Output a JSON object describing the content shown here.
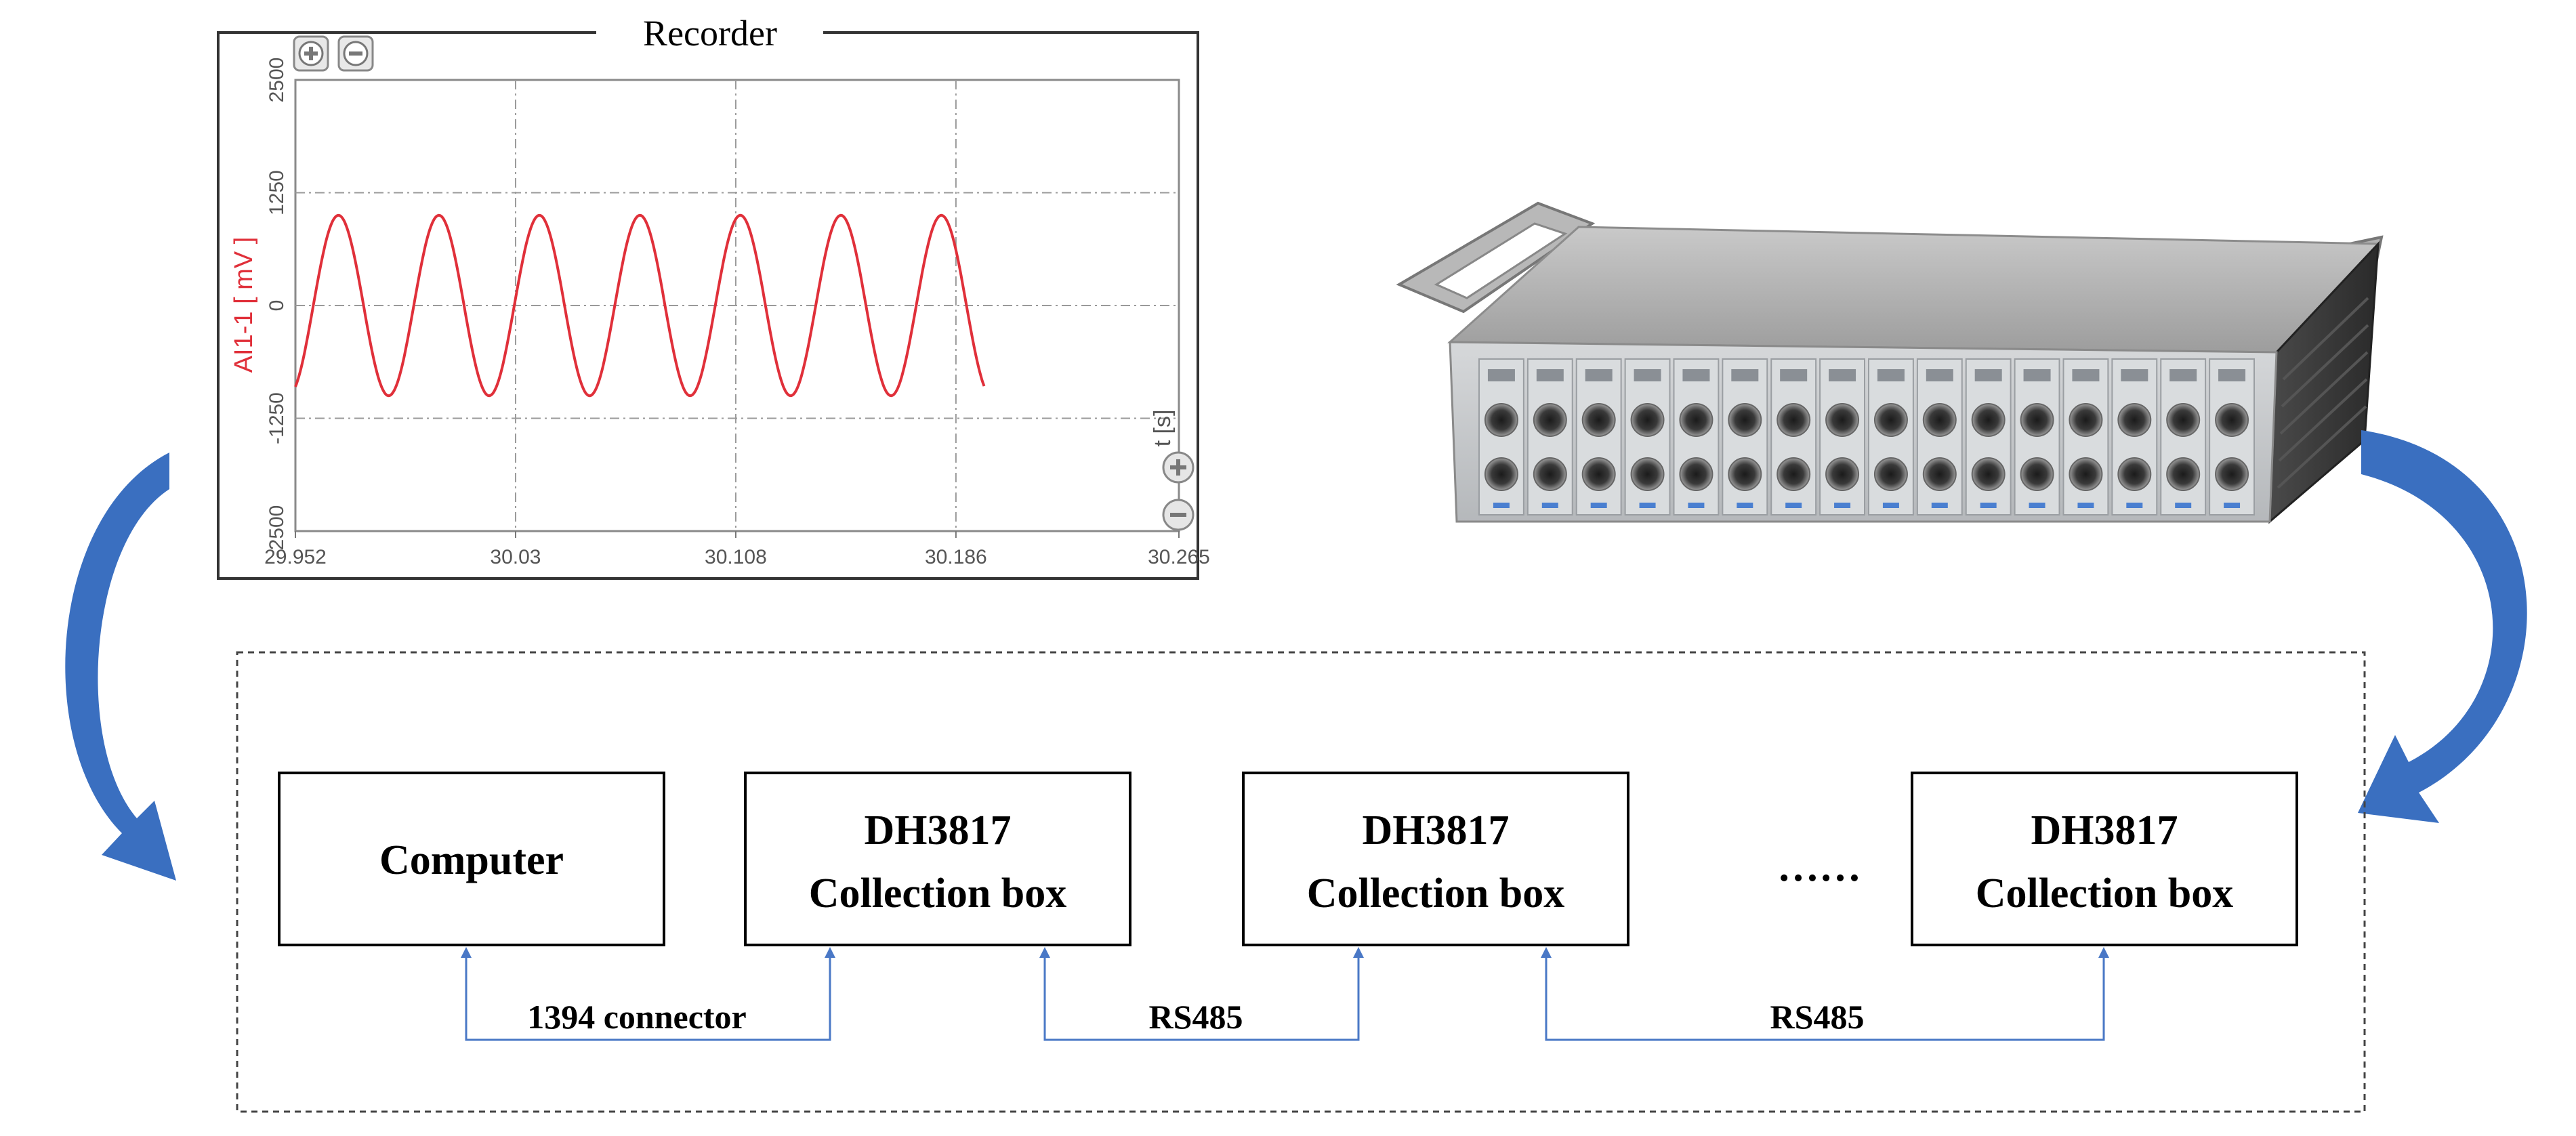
{
  "recorder": {
    "title": "Recorder",
    "y_label": "AI1-1 [ mV ]",
    "x_unit_label": "t [s]",
    "y_ticks": [
      "2500",
      "1250",
      "0",
      "-1250",
      "-2500"
    ],
    "x_ticks": [
      "29.952",
      "30.03",
      "30.108",
      "30.186",
      "30.265"
    ],
    "colors": {
      "signal": "#e0303a",
      "grid": "#9a9a9a",
      "axis_text": "#555555"
    },
    "icons": [
      "zoom-in-icon",
      "zoom-out-icon"
    ]
  },
  "chart_data": {
    "type": "line",
    "title": "Recorder",
    "xlabel": "t [s]",
    "ylabel": "AI1-1 [ mV ]",
    "xlim": [
      29.952,
      30.265
    ],
    "ylim": [
      -2500,
      2500
    ],
    "grid": true,
    "series": [
      {
        "name": "AI1-1",
        "waveform": "sine",
        "x_start": 29.952,
        "x_end": 30.196,
        "amplitude": 1000,
        "period": 0.0356,
        "initial_value": -900
      }
    ]
  },
  "blocks": {
    "computer": "Computer",
    "box_model": "DH3817",
    "box_name": "Collection box",
    "ellipsis": "……"
  },
  "links": {
    "link1": "1394 connector",
    "link2": "RS485",
    "link3": "RS485"
  },
  "colors": {
    "arrow_blue": "#3a6fc0",
    "connector_blue": "#4a78c6",
    "box_border": "#000000"
  }
}
